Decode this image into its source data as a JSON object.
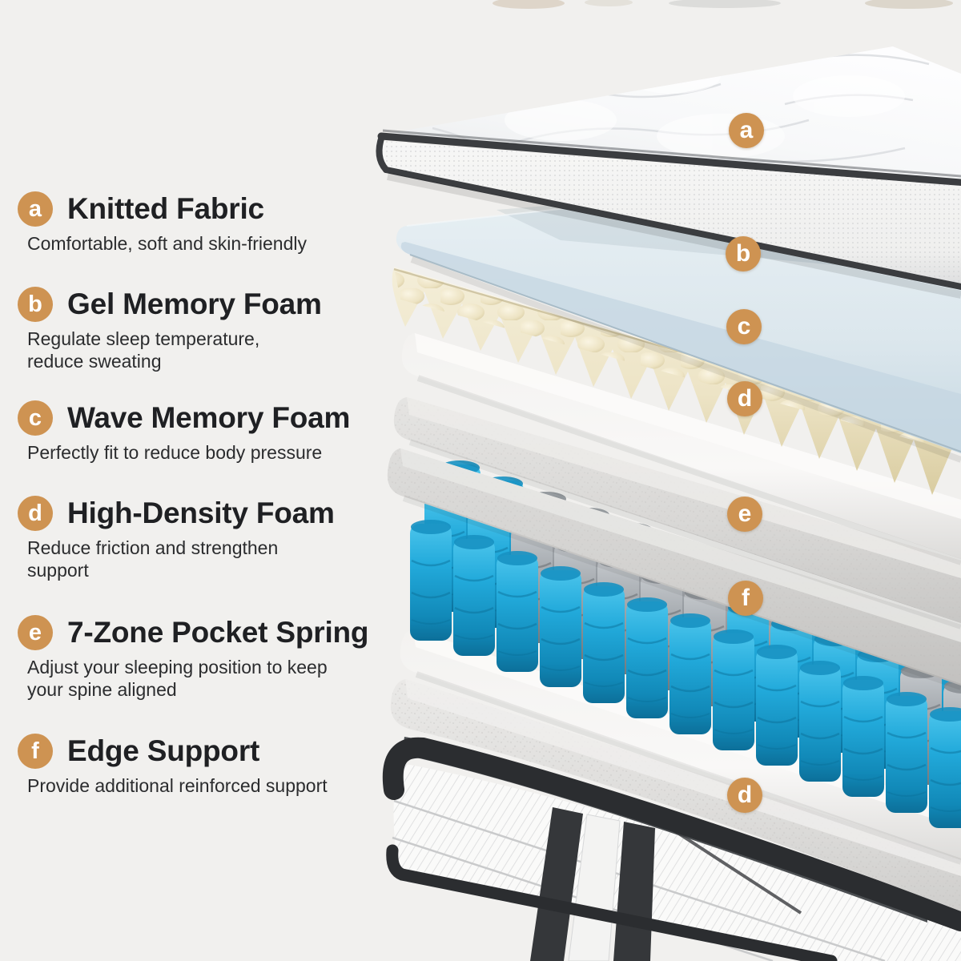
{
  "features": [
    {
      "id": "a",
      "title": "Knitted Fabric",
      "description": "Comfortable, soft and skin-friendly"
    },
    {
      "id": "b",
      "title": "Gel Memory Foam",
      "description": "Regulate sleep temperature, reduce sweating"
    },
    {
      "id": "c",
      "title": "Wave Memory Foam",
      "description": "Perfectly fit to reduce body pressure"
    },
    {
      "id": "d",
      "title": "High-Density Foam",
      "description": "Reduce friction and strengthen support"
    },
    {
      "id": "e",
      "title": "7-Zone Pocket Spring",
      "description": "Adjust your sleeping position to keep your spine aligned"
    },
    {
      "id": "f",
      "title": "Edge Support",
      "description": "Provide additional reinforced support"
    }
  ],
  "markers": [
    {
      "label": "a"
    },
    {
      "label": "b"
    },
    {
      "label": "c"
    },
    {
      "label": "d"
    },
    {
      "label": "e"
    },
    {
      "label": "f"
    },
    {
      "label": "d"
    }
  ],
  "colors": {
    "background": "#F1F0EE",
    "badge": "#CE9352",
    "heading_text": "#1F2023",
    "body_text": "#2B2C2E",
    "spring_blue": "#1FA3D2",
    "spring_grey": "#9CA1A6",
    "gel_foam_blue": "#DCE7ED",
    "wave_foam_cream": "#F0E9CF",
    "piping_dark": "#3B3D40"
  }
}
